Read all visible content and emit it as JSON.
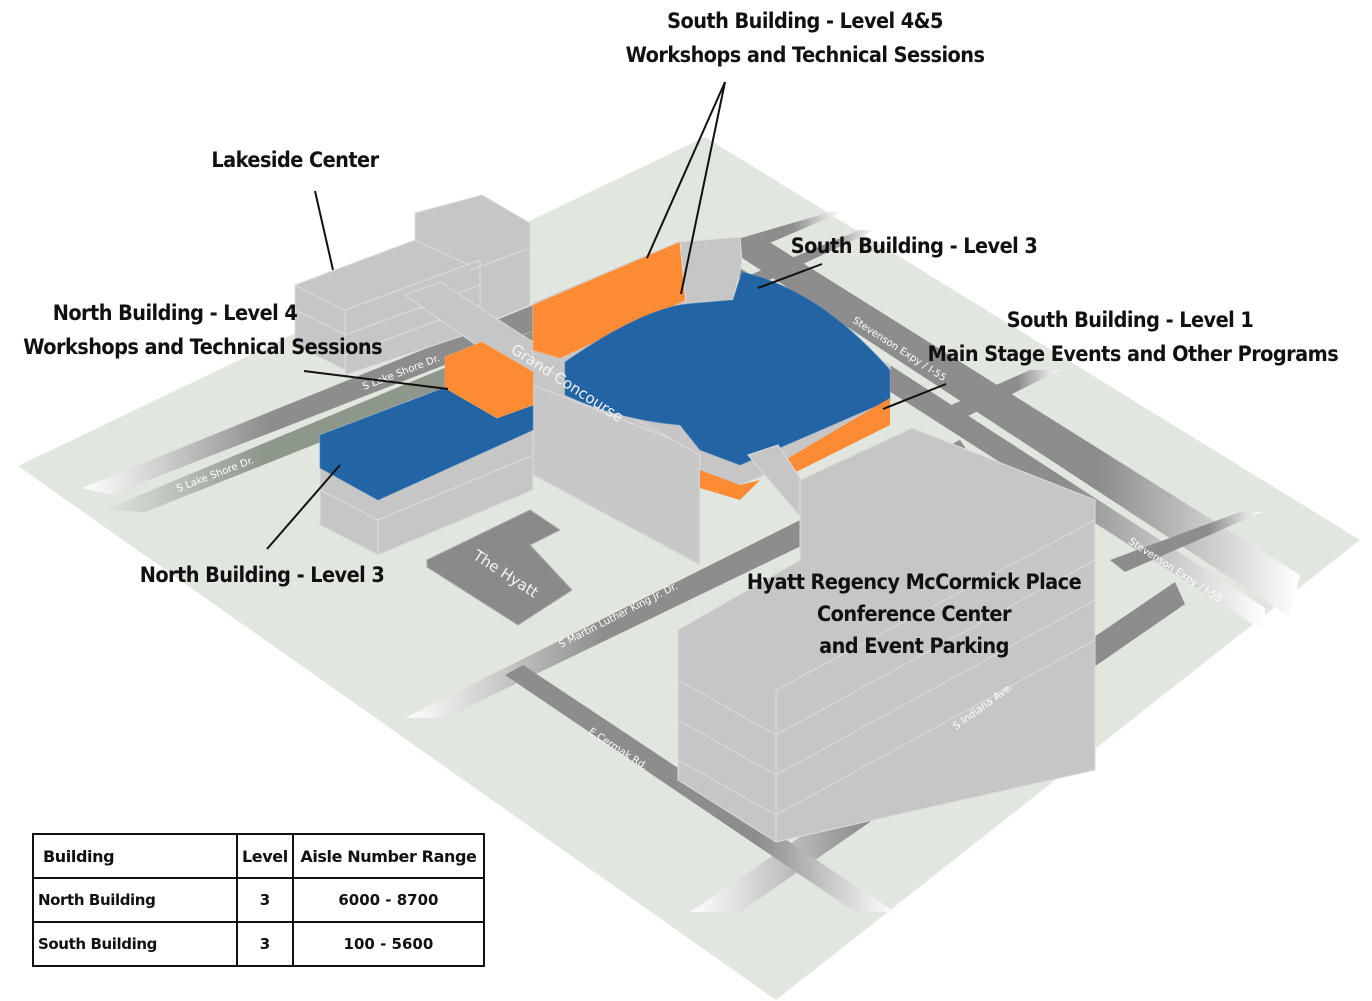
{
  "colors": {
    "ground": "#e1e6df",
    "road": "#8d8d8d",
    "building": "#c6c6c6",
    "highlight_level3": "#2264a4",
    "highlight_upper": "#fc8b33",
    "hyatt_block": "#8a8a8a",
    "text": "#111111"
  },
  "callouts": {
    "south_level_45": {
      "line1": "South Building - Level 4&5",
      "line2": "Workshops and Technical Sessions"
    },
    "lakeside": {
      "line1": "Lakeside Center"
    },
    "south_level_3": {
      "line1": "South Building - Level 3"
    },
    "north_level_4": {
      "line1": "North Building - Level 4",
      "line2": "Workshops and Technical Sessions"
    },
    "south_level_1": {
      "line1": "South Building - Level 1",
      "line2": "Main Stage Events and Other Programs"
    },
    "north_level_3": {
      "line1": "North Building - Level 3"
    },
    "hyatt_regency": {
      "line1": "Hyatt Regency McCormick Place",
      "line2": "Conference Center",
      "line3": "and Event Parking"
    }
  },
  "map_labels": {
    "grand_concourse": "Grand Concourse",
    "the_hyatt": "The Hyatt",
    "roads": {
      "lake_shore_upper": "S Lake Shore Dr.",
      "lake_shore_lower": "S Lake Shore Dr.",
      "stevenson_upper": "Stevenson Expy / I-55",
      "stevenson_lower": "Stevenson Expy / I-55",
      "mlk": "S Martin Luther  King Jr. Dr.",
      "cermak": "E Cermak Rd.",
      "indiana": "S Indiana Ave."
    }
  },
  "legend_table": {
    "headers": {
      "building": "Building",
      "level": "Level",
      "range": "Aisle Number Range"
    },
    "rows": [
      {
        "building": "North Building",
        "level": "3",
        "range": "6000 - 8700"
      },
      {
        "building": "South Building",
        "level": "3",
        "range": "100 - 5600"
      }
    ]
  }
}
